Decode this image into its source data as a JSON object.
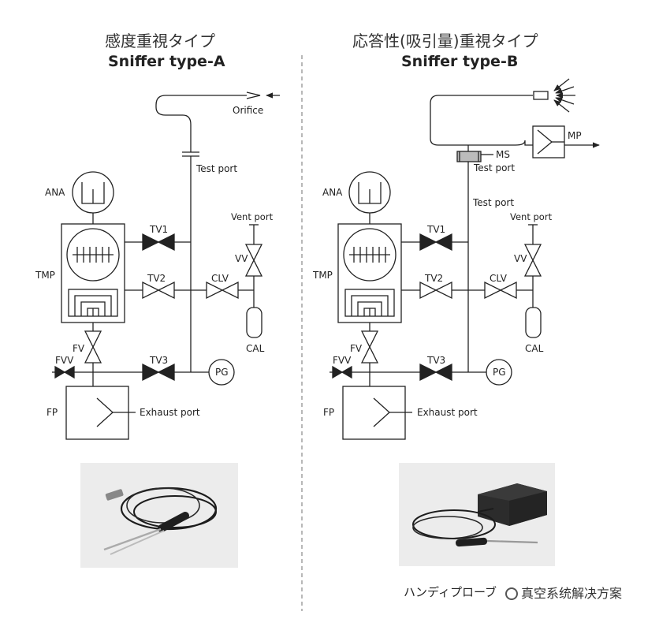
{
  "left": {
    "title_jp": "感度重視タイプ",
    "title_en": "Sniffer type-A",
    "labels": {
      "orifice": "Orifice",
      "test_port": "Test port",
      "ana": "ANA",
      "tmp": "TMP",
      "tv1": "TV1",
      "tv2": "TV2",
      "tv3": "TV3",
      "clv": "CLV",
      "vv": "VV",
      "vent_port": "Vent port",
      "cal": "CAL",
      "fv": "FV",
      "fvv": "FVV",
      "fp": "FP",
      "pg": "PG",
      "exhaust_port": "Exhaust port"
    }
  },
  "right": {
    "title_jp": "応答性(吸引量)重視タイプ",
    "title_en": "Sniffer type-B",
    "labels": {
      "ms": "MS",
      "mp": "MP",
      "test_port_1": "Test port",
      "test_port_2": "Test port",
      "ana": "ANA",
      "tmp": "TMP",
      "tv1": "TV1",
      "tv2": "TV2",
      "tv3": "TV3",
      "clv": "CLV",
      "vv": "VV",
      "vent_port": "Vent port",
      "cal": "CAL",
      "fv": "FV",
      "fvv": "FVV",
      "fp": "FP",
      "pg": "PG",
      "exhaust_port": "Exhaust port"
    },
    "caption": "ハンディプローブ"
  },
  "watermark": "真空系统解决方案",
  "colors": {
    "line": "#222222",
    "divider": "#888888"
  }
}
